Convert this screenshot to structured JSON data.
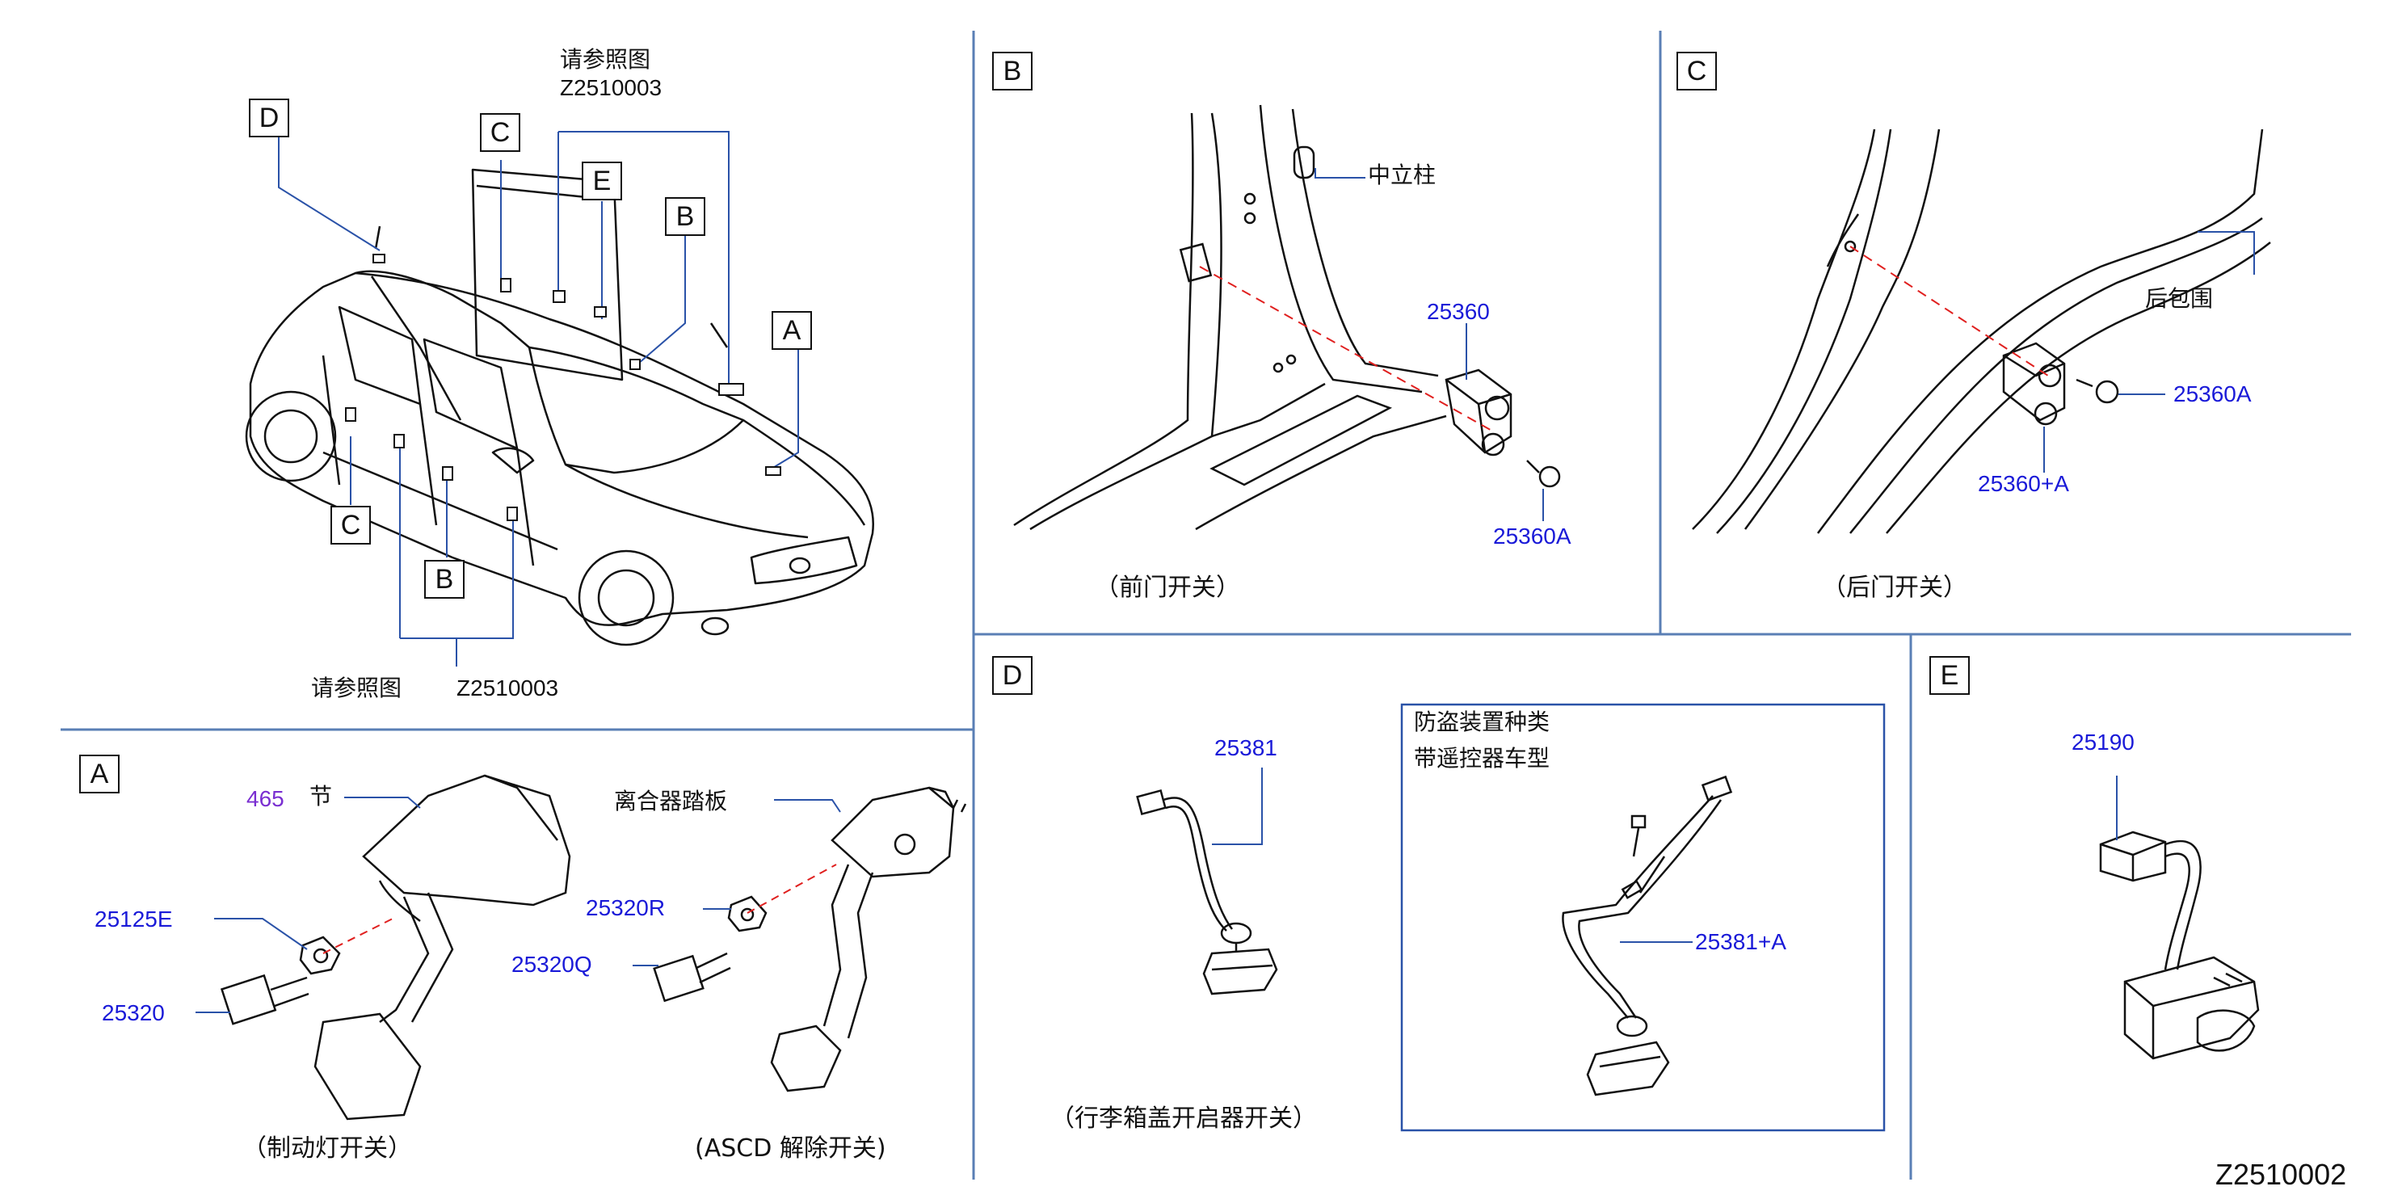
{
  "overview": {
    "callouts": {
      "d": "D",
      "c_top": "C",
      "e": "E",
      "b_top": "B",
      "a": "A",
      "c_low": "C",
      "b_low": "B"
    },
    "ref_top_label": "请参照图",
    "ref_top_code": "Z2510003",
    "ref_bottom_label": "请参照图",
    "ref_bottom_code": "Z2510003"
  },
  "panel_b": {
    "tag": "B",
    "pillar_label": "中立柱",
    "parts": [
      "25360",
      "25360A"
    ],
    "caption": "（前门开关）"
  },
  "panel_c": {
    "tag": "C",
    "panel_label": "后包围",
    "parts": [
      "25360A",
      "25360+A"
    ],
    "caption": "（后门开关）"
  },
  "panel_a": {
    "tag": "A",
    "ref_number": "465",
    "ref_suffix": "节",
    "clutch_label": "离合器踏板",
    "parts": [
      "25125E",
      "25320",
      "25320R",
      "25320Q"
    ],
    "caption_brake": "（制动灯开关）",
    "caption_ascd": "(ASCD   解除开关)"
  },
  "panel_d": {
    "tag": "D",
    "part": "25381",
    "inset_line1": "防盗装置种类",
    "inset_line2": "带遥控器车型",
    "inset_part": "25381+A",
    "caption": "（行李箱盖开启器开关）"
  },
  "panel_e": {
    "tag": "E",
    "part": "25190"
  },
  "figure_id": "Z2510002",
  "colors": {
    "panel_divider": "#5a7fb5",
    "leader": "#2a52a8",
    "part_number": "#1a1ad8",
    "ref_number": "#7a2fd1",
    "dash": "#e0201f"
  }
}
